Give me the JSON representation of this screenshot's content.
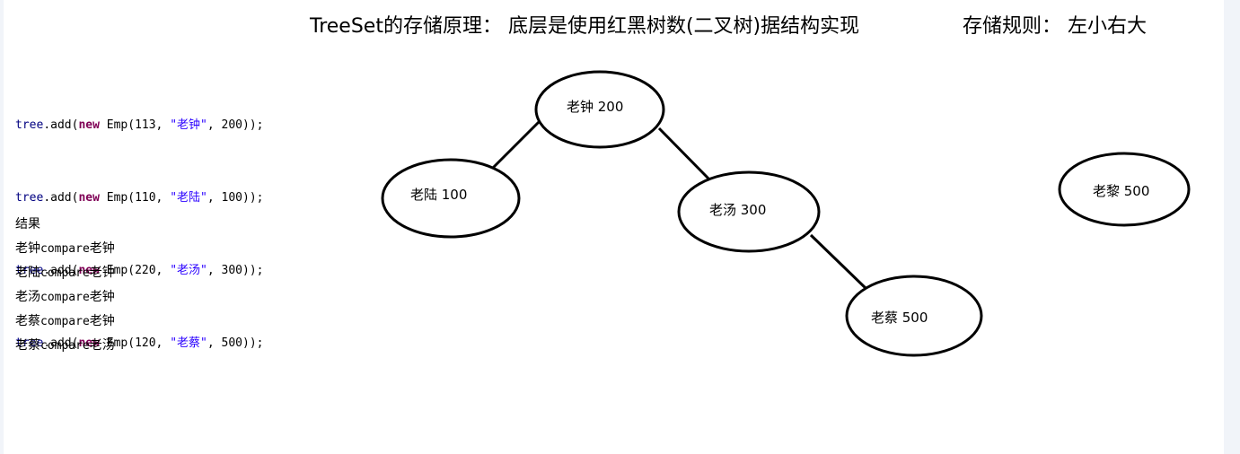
{
  "title": {
    "main": "TreeSet的存储原理： 底层是使用红黑树数(二叉树)据结构实现",
    "rule": "存储规则： 左小右大"
  },
  "code": {
    "lines": [
      {
        "obj": "tree",
        "call": ".add(",
        "kw": "new",
        "ctor": " Emp(113, ",
        "str": "\"老钟\"",
        "tail": ", 200));"
      },
      {
        "obj": "tree",
        "call": ".add(",
        "kw": "new",
        "ctor": " Emp(110, ",
        "str": "\"老陆\"",
        "tail": ", 100));"
      },
      {
        "obj": "tree",
        "call": ".add(",
        "kw": "new",
        "ctor": " Emp(220, ",
        "str": "\"老汤\"",
        "tail": ", 300));"
      },
      {
        "obj": "tree",
        "call": ".add(",
        "kw": "new",
        "ctor": " Emp(120, ",
        "str": "\"老蔡\"",
        "tail": ", 500));"
      }
    ]
  },
  "result": {
    "heading": "结果",
    "lines": [
      {
        "a": "老钟",
        "op": "compare",
        "b": "老钟"
      },
      {
        "a": "老陆",
        "op": "compare",
        "b": "老钟"
      },
      {
        "a": "老汤",
        "op": "compare",
        "b": "老钟"
      },
      {
        "a": "老蔡",
        "op": "compare",
        "b": "老钟"
      },
      {
        "a": "老蔡",
        "op": "compare",
        "b": "老汤"
      }
    ]
  },
  "tree": {
    "nodes": [
      {
        "id": "zhong",
        "label": "老钟  200"
      },
      {
        "id": "lu",
        "label": "老陆  100"
      },
      {
        "id": "tang",
        "label": "老汤  300"
      },
      {
        "id": "cai",
        "label": "老蔡  500"
      },
      {
        "id": "li",
        "label": "老黎  500"
      }
    ]
  },
  "colors": {
    "keyword": "#7f0055",
    "string": "#2a00ff",
    "object": "#000080",
    "stroke": "#000000",
    "side_strip": "#f1f4f9"
  }
}
